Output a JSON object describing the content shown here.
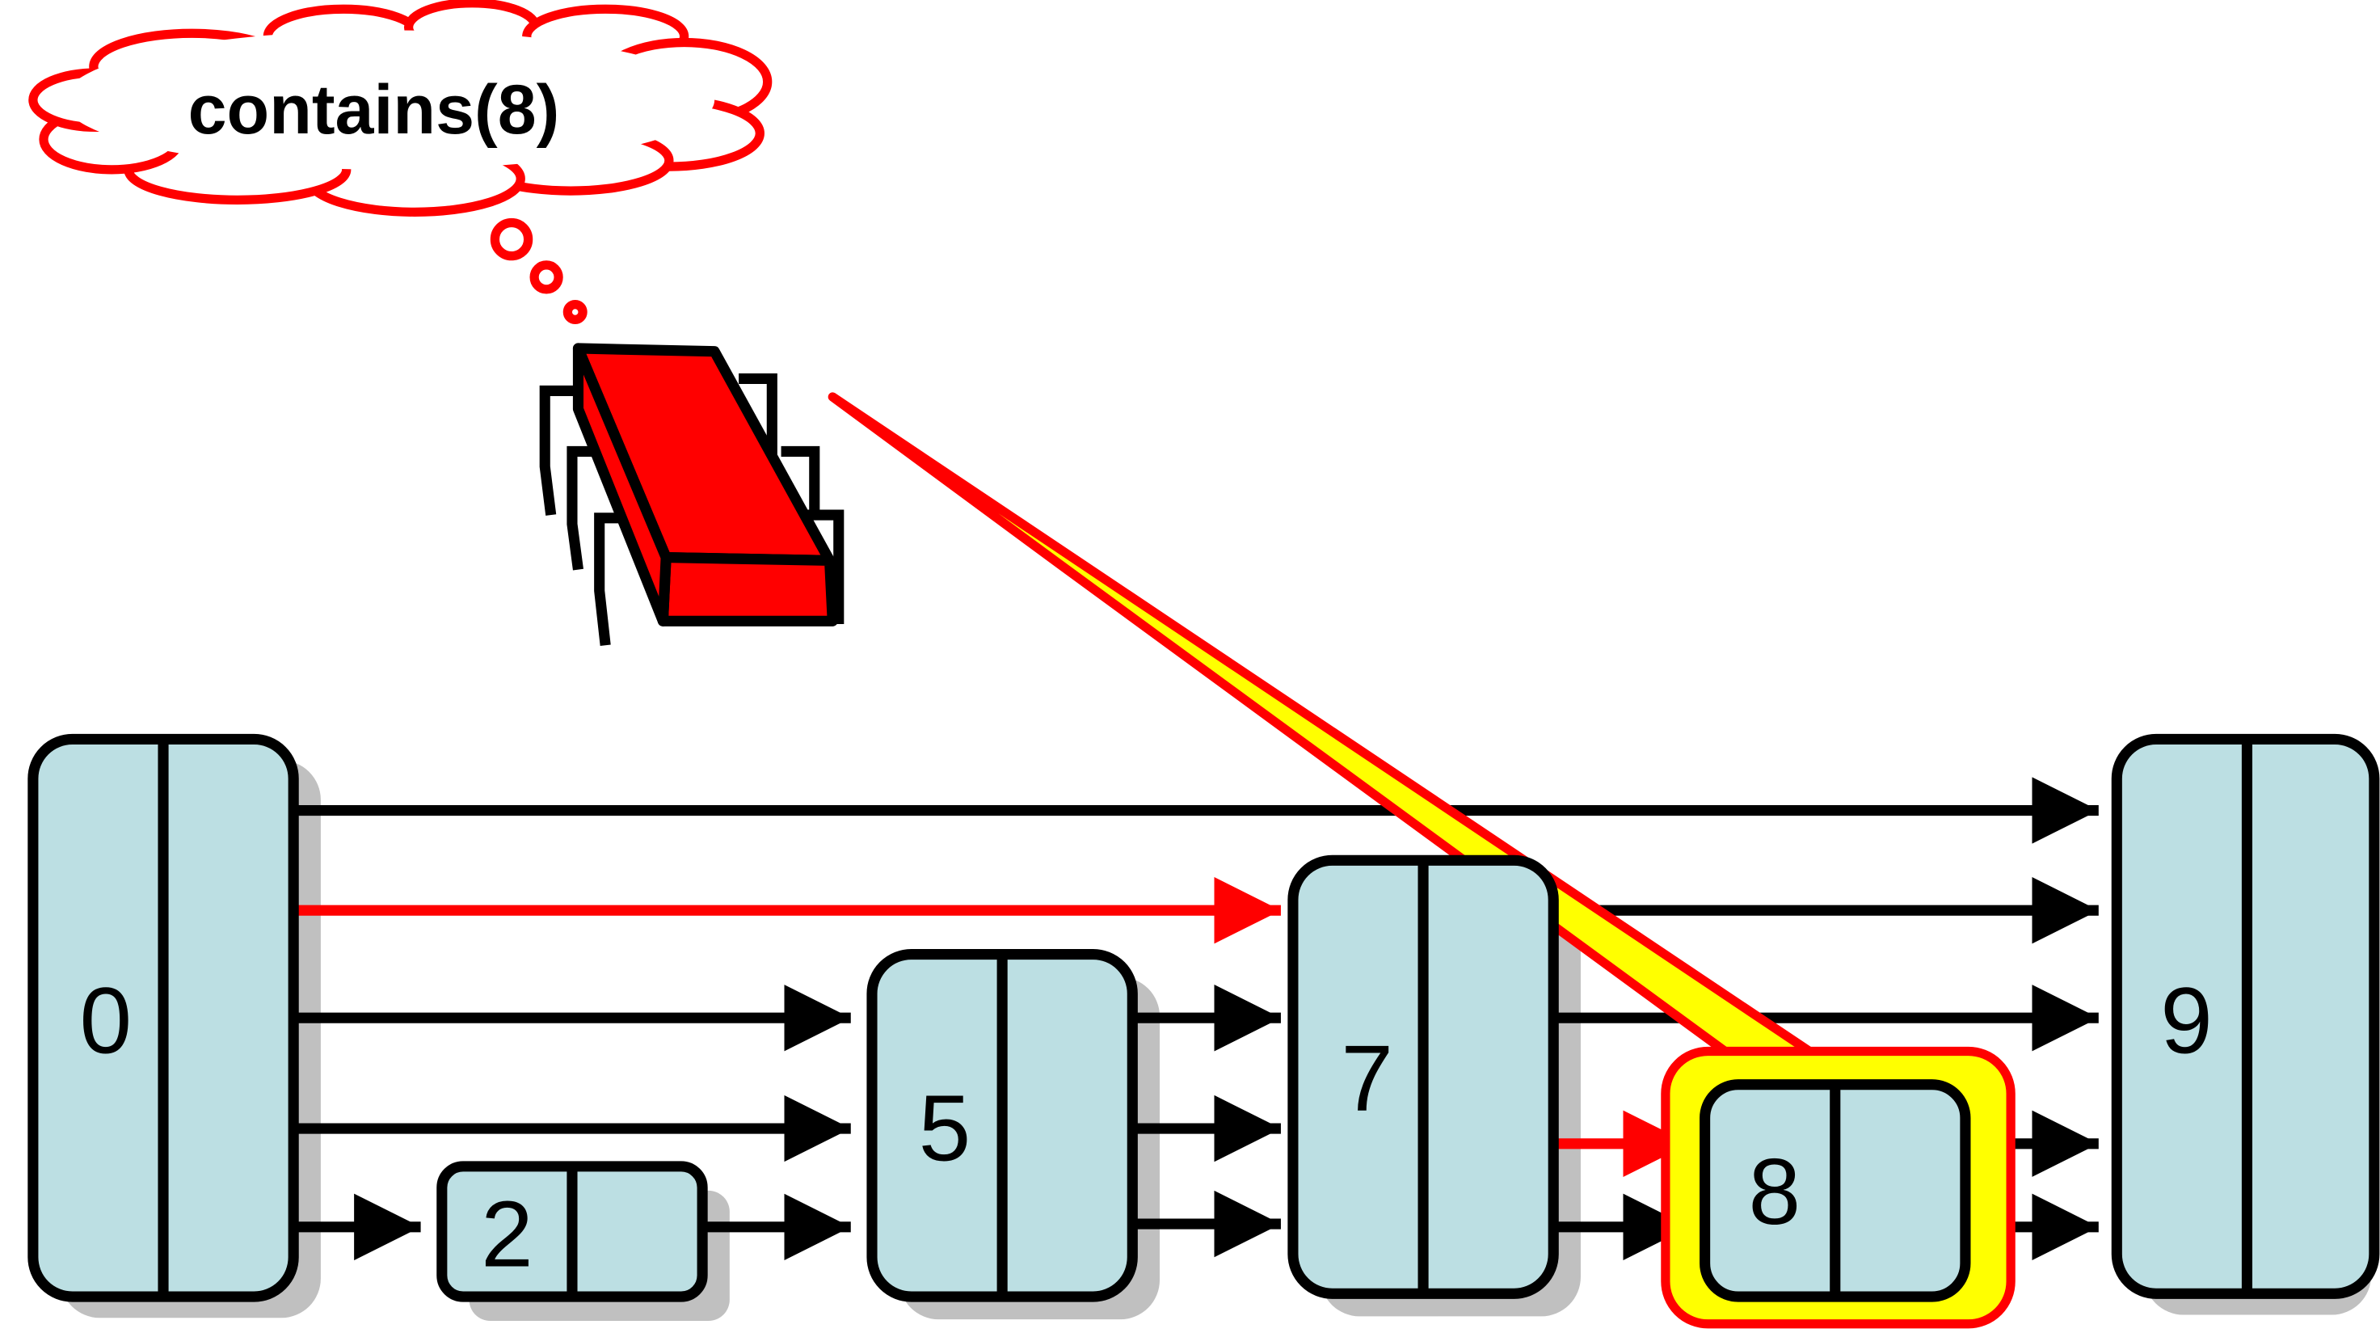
{
  "thought_bubble": {
    "text": "contains(8)"
  },
  "nodes": [
    {
      "key": "0"
    },
    {
      "key": "2"
    },
    {
      "key": "5"
    },
    {
      "key": "7"
    },
    {
      "key": "8",
      "highlighted": true
    },
    {
      "key": "9"
    }
  ],
  "colors": {
    "node_fill": "#bcdfe3",
    "node_shadow": "#c0c0c0",
    "search_path": "#ff0000",
    "found_highlight": "#ffff00",
    "outline": "#000000"
  }
}
